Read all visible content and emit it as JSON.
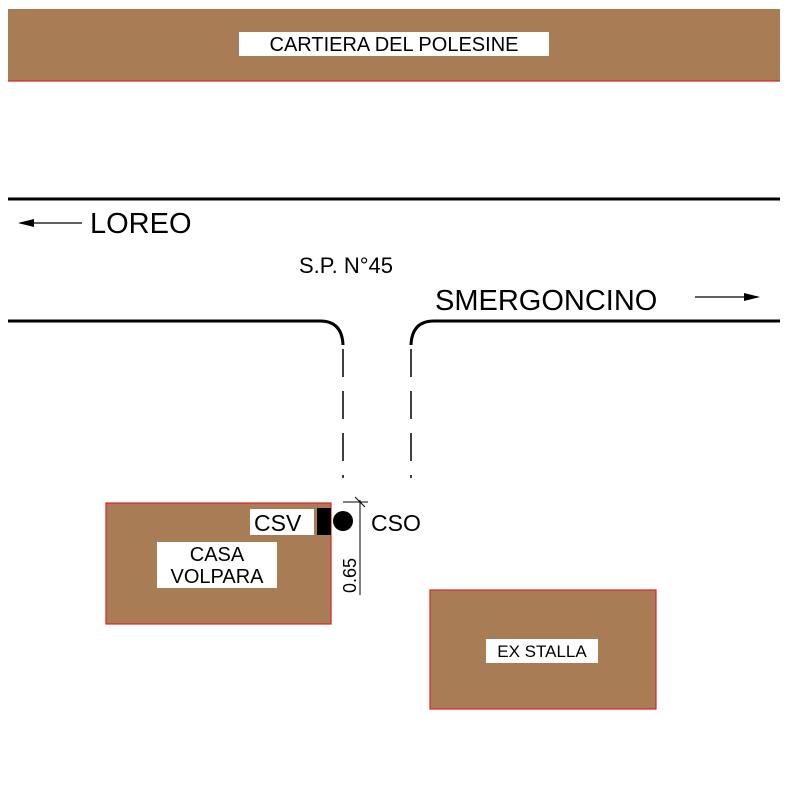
{
  "buildings": {
    "cartiera": {
      "label": "CARTIERA DEL POLESINE"
    },
    "casa_volpara": {
      "line1": "CASA",
      "line2": "VOLPARA"
    },
    "ex_stalla": {
      "label": "EX STALLA"
    }
  },
  "road": {
    "name": "S.P. N°45",
    "west_label": "LOREO",
    "east_label": "SMERGONCINO"
  },
  "points": {
    "csv": "CSV",
    "cso": "CSO"
  },
  "dimension": {
    "value": "0.65"
  },
  "colors": {
    "building_fill": "#a87c55",
    "building_border": "#e0202a",
    "road_line": "#000000"
  }
}
